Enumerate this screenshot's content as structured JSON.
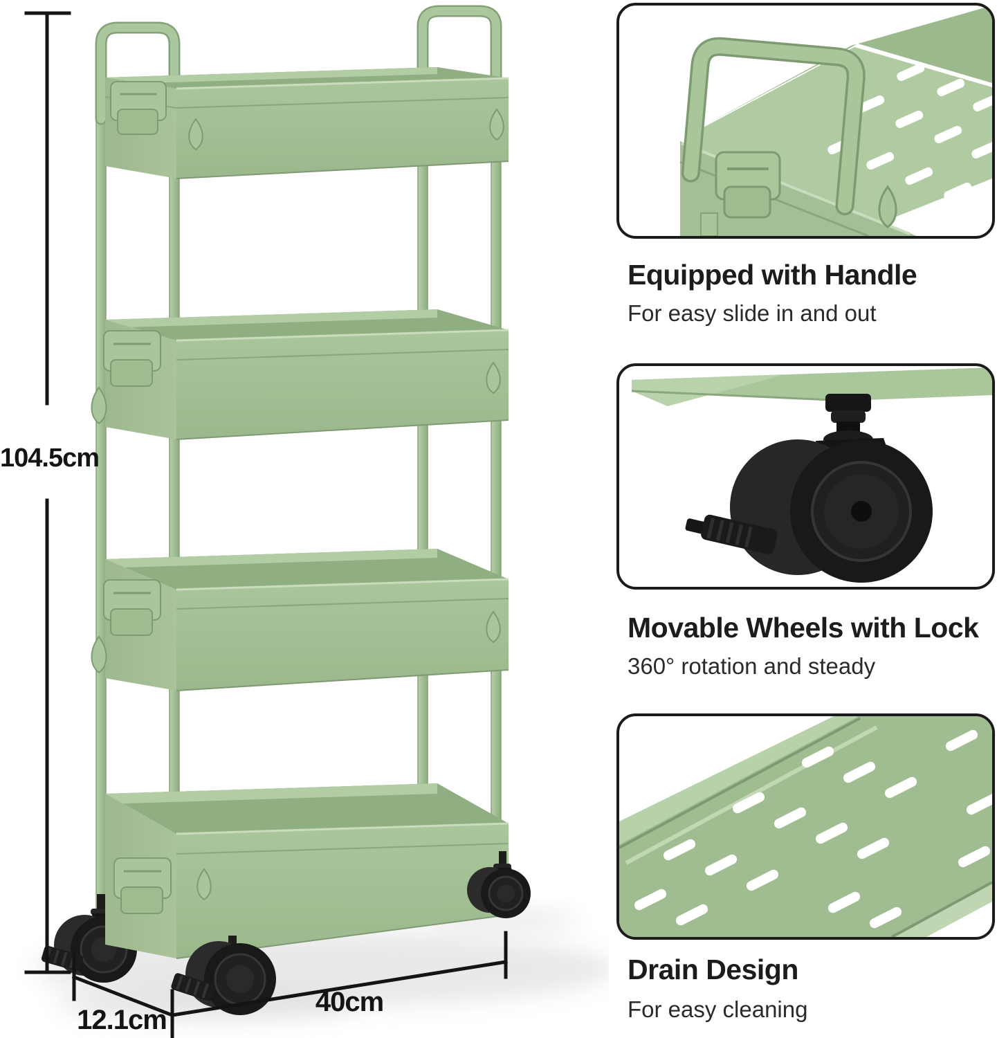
{
  "product": {
    "type": "4-tier slim rolling storage cart",
    "body_color": "#a3c095",
    "wheel_color": "#1a1a1a",
    "annotation_color": "#141414",
    "card_border_color": "#1b1b1b"
  },
  "dimensions": {
    "height": "104.5cm",
    "depth": "12.1cm",
    "width": "40cm"
  },
  "features": [
    {
      "icon": "handle-closeup",
      "title": "Equipped with Handle",
      "subtitle": "For easy slide in and out"
    },
    {
      "icon": "caster-wheel-closeup",
      "title": "Movable Wheels with Lock",
      "subtitle": "360° rotation and steady"
    },
    {
      "icon": "perforated-shelf-closeup",
      "title": "Drain Design",
      "subtitle": "For easy cleaning"
    }
  ]
}
